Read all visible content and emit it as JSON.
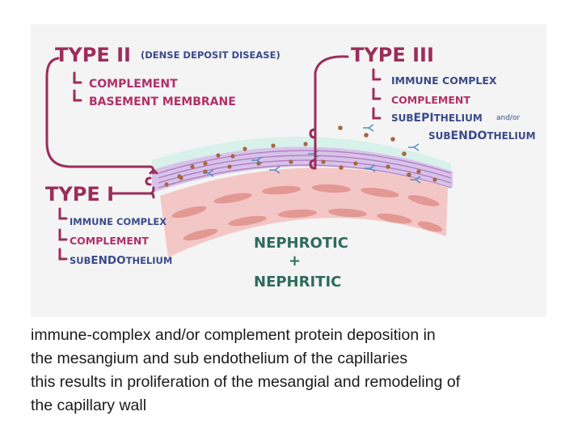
{
  "diagram": {
    "type2": {
      "title": "TYPE II",
      "subtitle": "(DENSE DEPOSIT DISEASE)",
      "items": [
        "COMPLEMENT",
        "BASEMENT MEMBRANE"
      ]
    },
    "type3": {
      "title": "TYPE III",
      "items": [
        "IMMUNE COMPLEX",
        "COMPLEMENT"
      ],
      "sub_prefix": "SUB",
      "sub_emph": "EPI",
      "sub_suffix": "THELIUM",
      "and_or": "and/or",
      "sub2_prefix": "SUB",
      "sub2_emph": "ENDO",
      "sub2_suffix": "THELIUM"
    },
    "type1": {
      "title": "TYPE I",
      "items": [
        "IMMUNE COMPLEX",
        "COMPLEMENT"
      ],
      "sub_prefix": "SUB",
      "sub_emph": "ENDO",
      "sub_suffix": "THELIUM"
    },
    "syndrome": {
      "nephrotic_prefix": "NEPHR",
      "nephrotic_emph": "OTIC",
      "plus": "+",
      "nephritic_prefix": "NEPHR",
      "nephritic_emph": "ITIC"
    },
    "colors": {
      "bracket": "#9c2d5a",
      "item_text": "#b0306a",
      "blue_text": "#3a4a8a",
      "green_text": "#2e6b5c",
      "endothelium": "#f4c7c7",
      "cell": "#e0908a",
      "basement": "#d7c3ea",
      "epithelium": "#d8f1ea",
      "deposit": "#a8663a"
    }
  },
  "caption": {
    "lines": [
      "immune-complex and/or complement protein deposition in",
      "the mesangium and sub endothelium of the capillaries",
      "this results in proliferation of the mesangial and remodeling of",
      "the capillary wall"
    ]
  }
}
